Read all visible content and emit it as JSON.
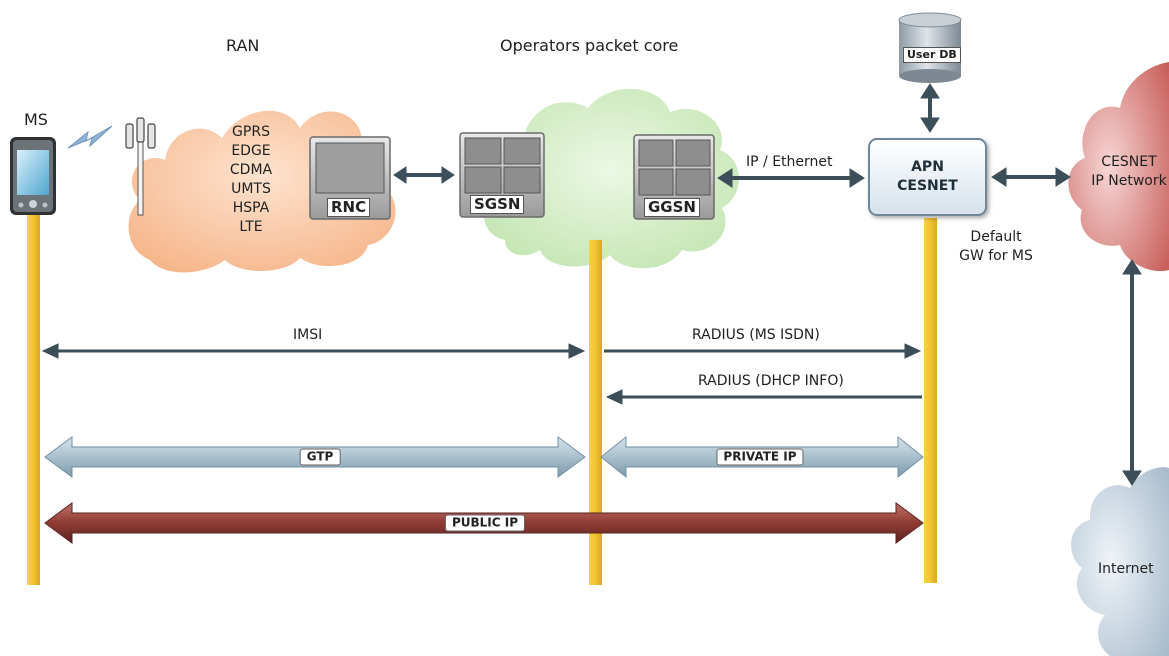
{
  "headings": {
    "ran": "RAN",
    "core": "Operators packet core"
  },
  "ms_label": "MS",
  "technologies": [
    "GPRS",
    "EDGE",
    "CDMA",
    "UMTS",
    "HSPA",
    "LTE"
  ],
  "devices": {
    "rnc": "RNC",
    "sgsn": "SGSN",
    "ggsn": "GGSN"
  },
  "userdb": "User DB",
  "ip_ethernet": "IP / Ethernet",
  "apn": {
    "line1": "APN",
    "line2": "CESNET"
  },
  "default_gw": {
    "line1": "Default",
    "line2": "GW for MS"
  },
  "cesnet_cloud": {
    "line1": "CESNET",
    "line2": "IP Network"
  },
  "internet": "Internet",
  "flows": {
    "imsi": "IMSI",
    "radius_isdn": "RADIUS (MS ISDN)",
    "radius_dhcp": "RADIUS (DHCP INFO)",
    "gtp": "GTP",
    "private_ip": "PRIVATE IP",
    "public_ip": "PUBLIC IP"
  },
  "colors": {
    "lifeline": "#f0c330",
    "arrow_dark": "#3c4e5a",
    "gtp_fill": "#a9c0ce",
    "public_fill": "#8f3b33",
    "cloud_ran": "#f9c9a8",
    "cloud_core": "#d5efc5",
    "cloud_cesnet": "#de8c8a",
    "cloud_internet": "#c5d2de"
  }
}
